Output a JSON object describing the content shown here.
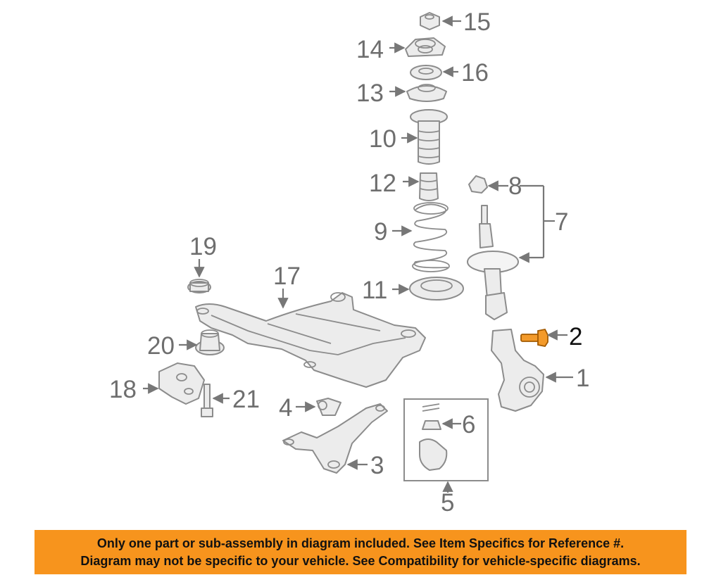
{
  "diagram": {
    "callouts": {
      "c1": "1",
      "c2": "2",
      "c3": "3",
      "c4": "4",
      "c5": "5",
      "c6": "6",
      "c7": "7",
      "c8": "8",
      "c9": "9",
      "c10": "10",
      "c11": "11",
      "c12": "12",
      "c13": "13",
      "c14": "14",
      "c15": "15",
      "c16": "16",
      "c17": "17",
      "c18": "18",
      "c19": "19",
      "c20": "20",
      "c21": "21"
    },
    "highlighted_part": "2",
    "colors": {
      "highlight": "#f39a2a",
      "line": "#8c8c8c",
      "banner": "#f7941d"
    }
  },
  "banner": {
    "line1": "Only one part or sub-assembly in diagram included. See Item Specifics for Reference #.",
    "line2": "Diagram may not be specific to your vehicle. See Compatibility for vehicle-specific diagrams."
  }
}
